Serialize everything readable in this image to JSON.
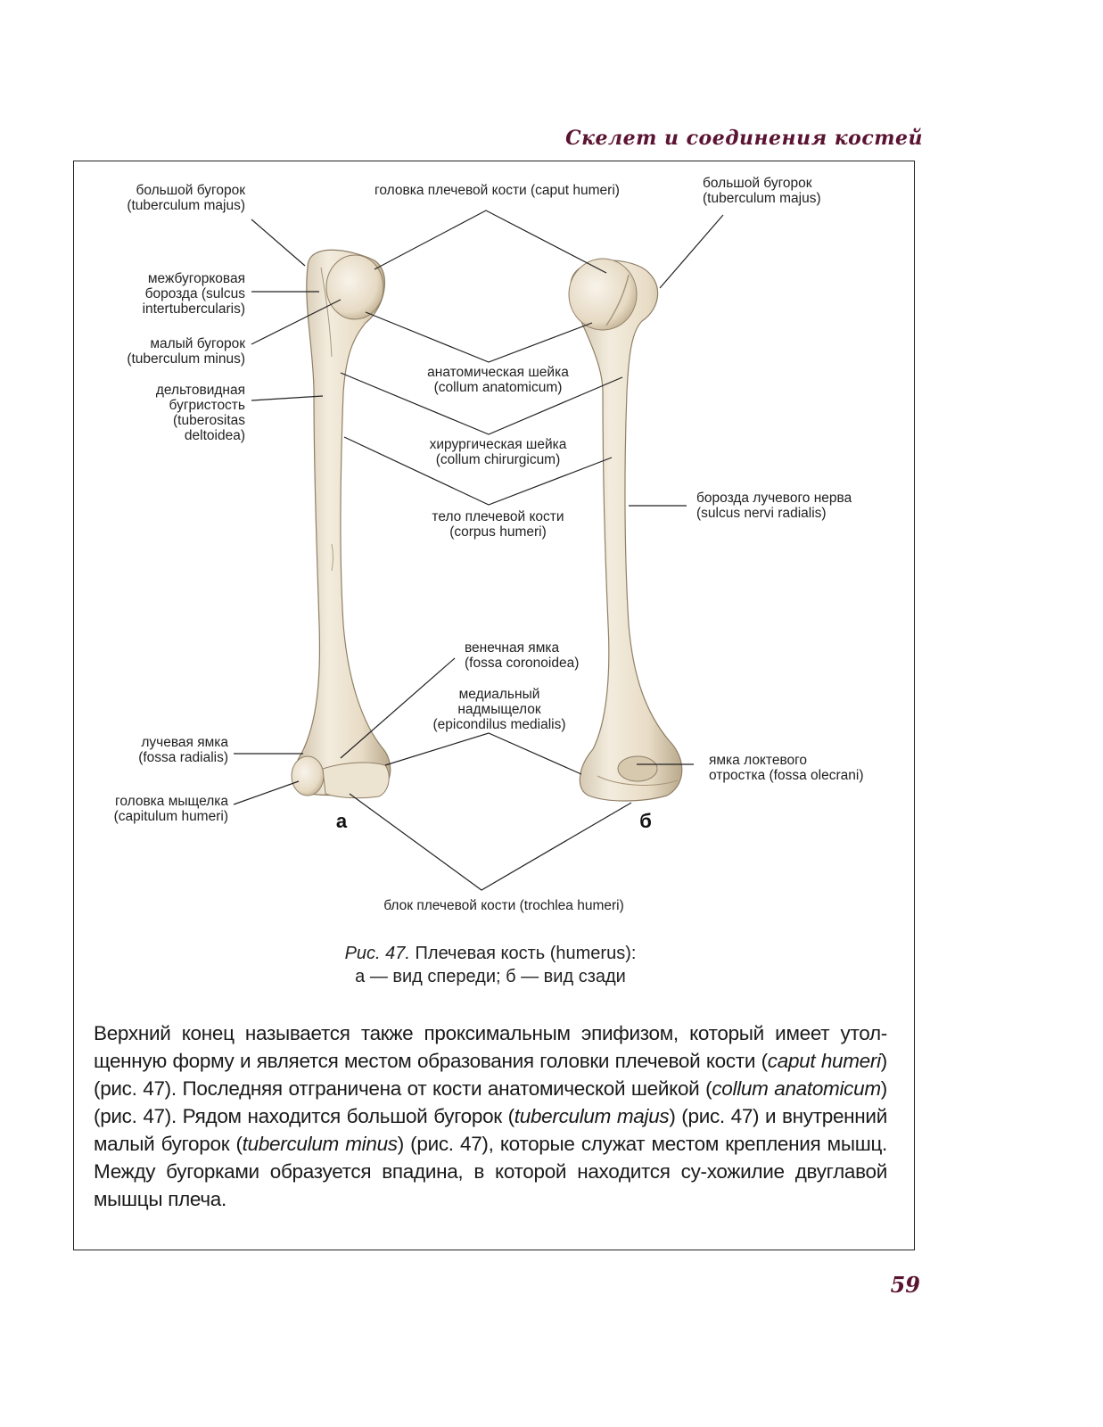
{
  "header": {
    "running_title": "Скелет и соединения костей"
  },
  "figure": {
    "view_a": "а",
    "view_b": "б",
    "labels": {
      "tuberculum_majus_left": [
        "большой бугорок",
        "(tuberculum majus)"
      ],
      "caput_humeri": [
        "головка плечевой кости (caput humeri)"
      ],
      "tuberculum_majus_right": [
        "большой бугорок",
        "(tuberculum majus)"
      ],
      "sulcus_intertubercularis": [
        "межбугорковая",
        "борозда (sulcus",
        "intertubercularis)"
      ],
      "tuberculum_minus": [
        "малый бугорок",
        "(tuberculum minus)"
      ],
      "collum_anatomicum": [
        "анатомическая шейка",
        "(collum anatomicum)"
      ],
      "tuberositas_deltoidea": [
        "дельтовидная",
        "бугристость",
        "(tuberositas",
        "deltoidea)"
      ],
      "collum_chirurgicum": [
        "хирургическая шейка",
        "(collum chirurgicum)"
      ],
      "sulcus_nervi_radialis": [
        "борозда лучевого нерва",
        "(sulcus nervi radialis)"
      ],
      "corpus_humeri": [
        "тело плечевой кости",
        "(corpus humeri)"
      ],
      "fossa_coronoidea": [
        "венечная ямка",
        "(fossa coronoidea)"
      ],
      "epicondylus_medialis": [
        "медиальный",
        "надмыщелок",
        "(epicondilus medialis)"
      ],
      "fossa_radialis": [
        "лучевая ямка",
        "(fossa radialis)"
      ],
      "fossa_olecrani": [
        "ямка локтевого",
        "отростка (fossa olecrani)"
      ],
      "capitulum_humeri": [
        "головка мыщелка",
        "(capitulum humeri)"
      ],
      "trochlea_humeri": [
        "блок плечевой кости (trochlea humeri)"
      ]
    }
  },
  "caption": {
    "prefix": "Рис. 47.",
    "line1_rest": " Плечевая кость (humerus):",
    "line2": "а — вид спереди; б — вид сзади"
  },
  "body_paragraph": [
    {
      "t": "Верхний конец называется также проксимальным эпифизом, который имеет утол-щенную форму и является местом образования головки плечевой кости (",
      "i": false
    },
    {
      "t": "caput humeri",
      "i": true
    },
    {
      "t": ") (рис. 47). Последняя отграничена от кости анатомической шейкой (",
      "i": false
    },
    {
      "t": "collum anatomicum",
      "i": true
    },
    {
      "t": ") (рис. 47). Рядом находится большой бугорок (",
      "i": false
    },
    {
      "t": "tuberculum majus",
      "i": true
    },
    {
      "t": ") (рис. 47) и внутренний малый бугорок (",
      "i": false
    },
    {
      "t": "tuberculum minus",
      "i": true
    },
    {
      "t": ") (рис. 47), которые служат местом крепления мышц. Между бугорками образуется впадина, в которой находится су-хожилие двуглавой мышцы плеча.",
      "i": false
    }
  ],
  "page_number": "59"
}
